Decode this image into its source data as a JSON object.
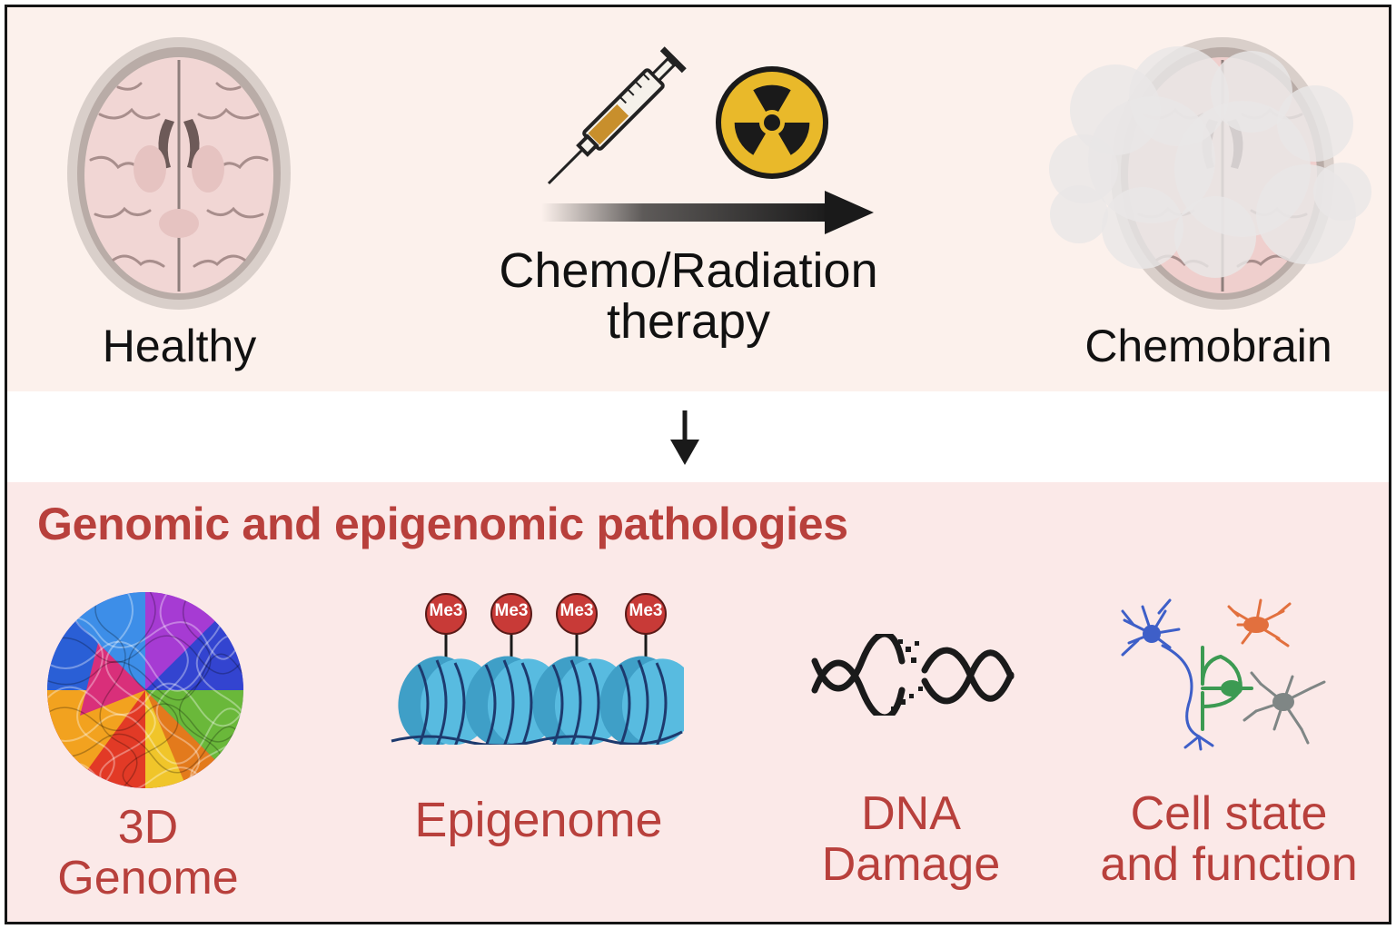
{
  "top": {
    "healthy_label": "Healthy",
    "therapy_line1": "Chemo/Radiation",
    "therapy_line2": "therapy",
    "chemobrain_label": "Chemobrain"
  },
  "bottom": {
    "heading": "Genomic and epigenomic pathologies",
    "methyl_tag": "Me3",
    "items": [
      {
        "line1": "3D",
        "line2": "Genome"
      },
      {
        "line1": "Epigenome",
        "line2": ""
      },
      {
        "line1": "DNA",
        "line2": "Damage"
      },
      {
        "line1": "Cell state",
        "line2": "and function"
      }
    ]
  },
  "colors": {
    "heading_red": "#b8403c",
    "top_bg": "#fcf1ec",
    "bottom_bg": "#fbe9e8",
    "nucleosome_blue": "#55b9dc",
    "radiation_yellow": "#e9b92a"
  }
}
